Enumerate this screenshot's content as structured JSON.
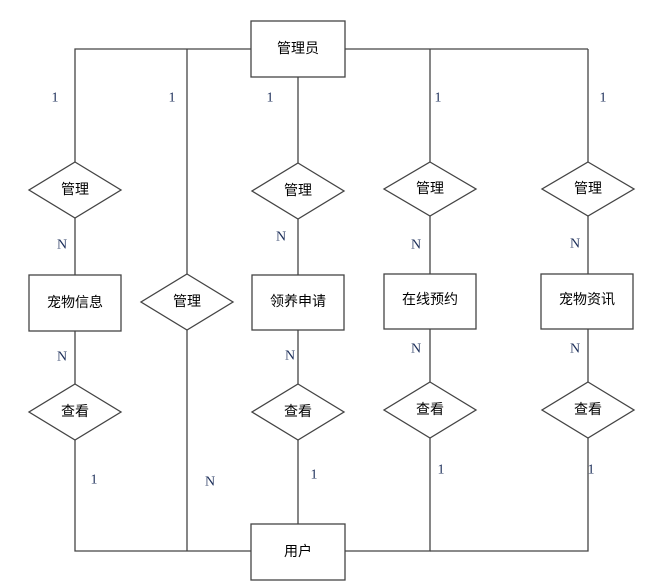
{
  "entities": {
    "admin": "管理员",
    "user": "用户",
    "pet_info": "宠物信息",
    "adoption": "领养申请",
    "booking": "在线预约",
    "pet_news": "宠物资讯"
  },
  "relationships": {
    "manage_pet_info": "管理",
    "manage_user": "管理",
    "manage_adoption": "管理",
    "manage_booking": "管理",
    "manage_news": "管理",
    "view_pet_info": "查看",
    "view_adoption": "查看",
    "view_booking": "查看",
    "view_news": "查看"
  },
  "cardinalities": {
    "admin_pet_info": "1",
    "admin_user": "1",
    "admin_adoption": "1",
    "admin_booking": "1",
    "admin_news": "1",
    "pet_info_manage": "N",
    "adoption_manage": "N",
    "booking_manage": "N",
    "news_manage": "N",
    "pet_info_view": "N",
    "adoption_view": "N",
    "booking_view": "N",
    "news_view": "N",
    "user_pet_info": "1",
    "user_admin": "N",
    "user_adoption": "1",
    "user_booking": "1",
    "user_news": "1"
  }
}
